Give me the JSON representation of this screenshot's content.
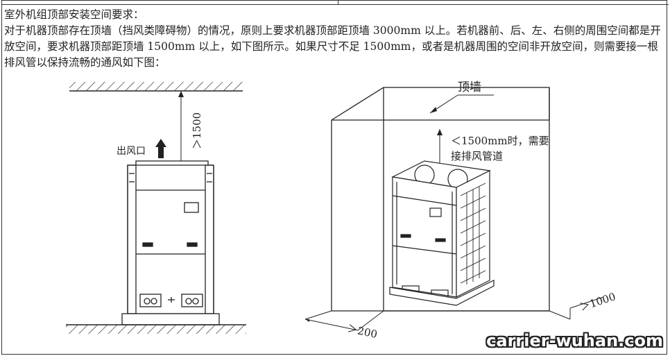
{
  "section": {
    "heading": "室外机组顶部安装空间要求：",
    "paragraph": "对于机器顶部存在顶墙（挡风类障碍物）的情况，原则上要求机器顶部距顶墙 3000mm 以上。若机器前、后、左、右侧的周围空间都是开放空间，要求机器顶部距顶墙 1500mm 以上，如下图所示。如果尺寸不足 1500mm，或者是机器周围的空间非开放空间，则需要接一根排风管以保持流畅的通风如下图："
  },
  "left_figure": {
    "outlet_label": "出风口",
    "clearance_label": "＞1500"
  },
  "right_figure": {
    "ceiling_label": "顶墙",
    "note_line1": "＜1500mm时，需要",
    "note_line2": "接排风管道",
    "side_clearance": "＞1000",
    "front_clearance": "＞200"
  },
  "watermark": "carrier-wuhan.com"
}
